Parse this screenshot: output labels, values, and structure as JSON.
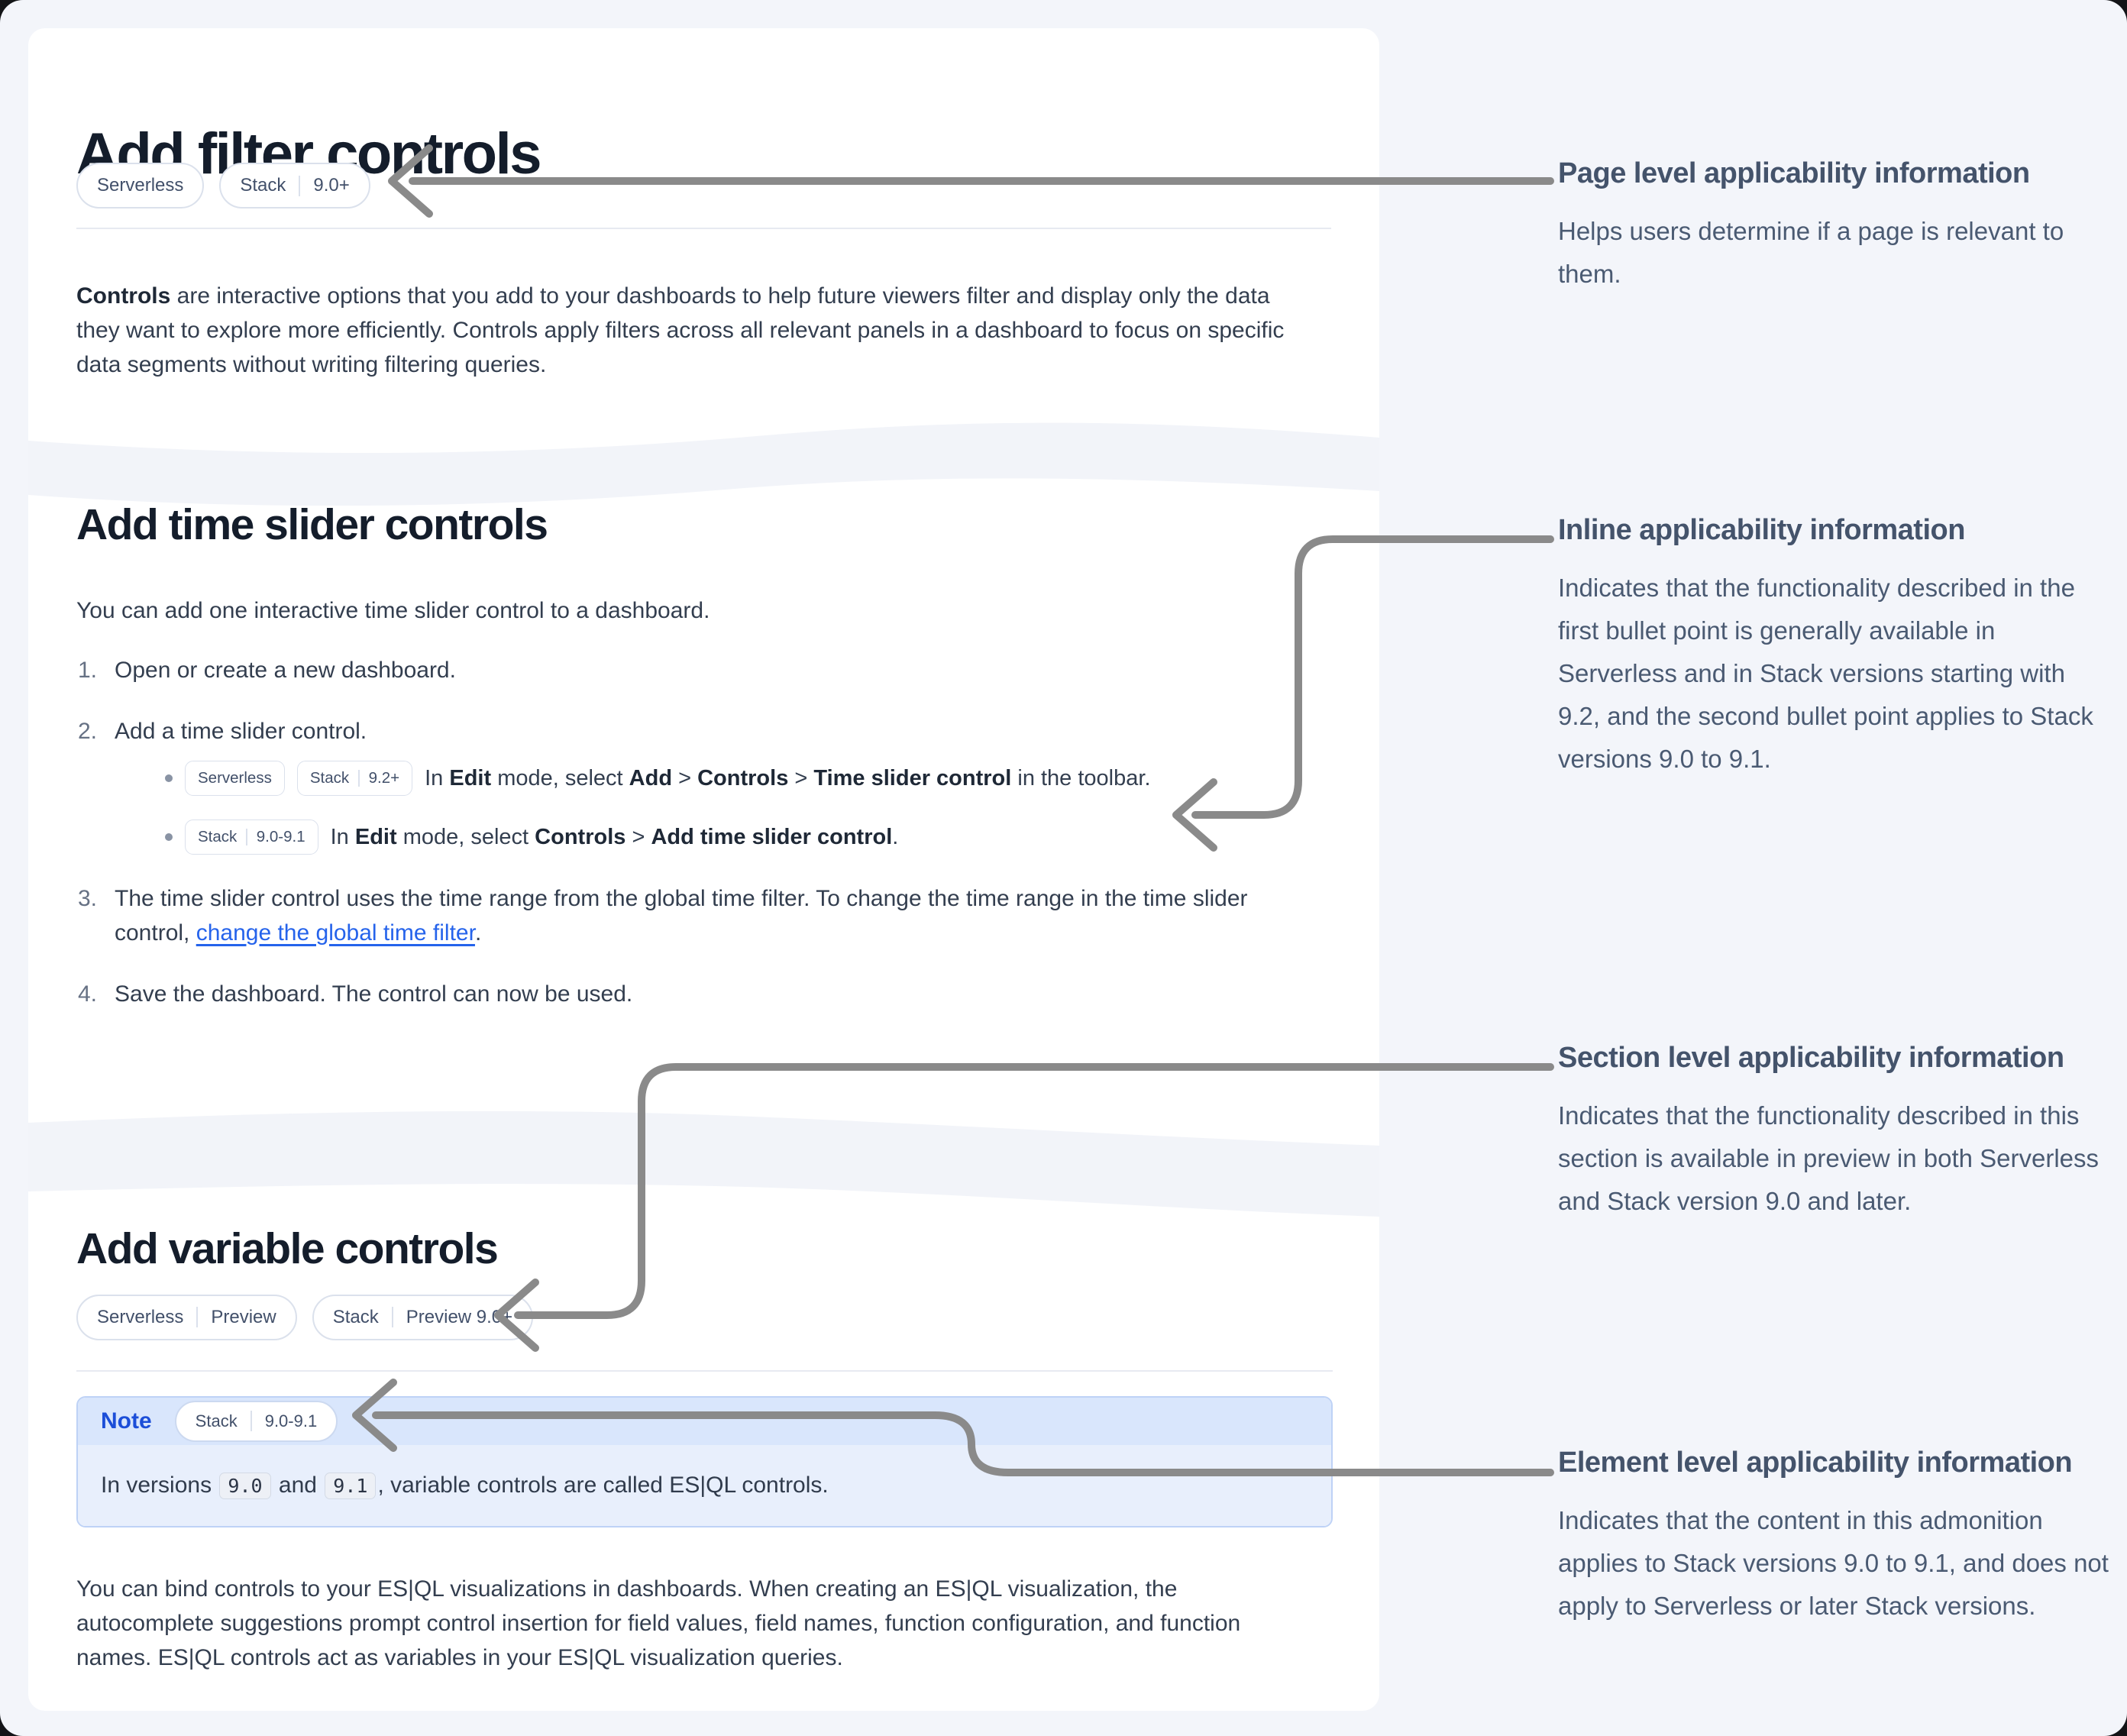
{
  "colors": {
    "page_bg": "#f3f5fa",
    "card_bg": "#ffffff",
    "ribbon": "#f2f4f9",
    "heading": "#141d2b",
    "body_text": "#333e4f",
    "badge_text": "#42506a",
    "badge_border": "#dbe1ec",
    "note_header_bg": "#d9e6fc",
    "note_body_bg": "#e8effc",
    "note_border": "#bed2f6",
    "note_label_blue": "#1c4ed8",
    "link_blue": "#2563eb",
    "arrow_gray": "#8a8a8a"
  },
  "card1": {
    "title": "Add filter controls",
    "badges": [
      {
        "parts": [
          "Serverless"
        ]
      },
      {
        "parts": [
          "Stack",
          "9.0+"
        ]
      }
    ],
    "paragraph": [
      {
        "style": "bold",
        "text": "Controls"
      },
      {
        "style": "plain",
        "text": " are interactive options that you add to your dashboards to help future viewers filter and display only the data they want to explore more efficiently. Controls apply filters across all relevant panels in a dashboard to focus on specific data segments without writing filtering queries."
      }
    ]
  },
  "card2": {
    "title": "Add time slider controls",
    "intro": "You can add one interactive time slider control to a dashboard.",
    "steps": [
      {
        "num": "1.",
        "segments": [
          {
            "style": "plain",
            "text": "Open or create a new dashboard."
          }
        ]
      },
      {
        "num": "2.",
        "segments": [
          {
            "style": "plain",
            "text": "Add a time slider control."
          }
        ],
        "bullets": [
          {
            "badges": [
              {
                "parts": [
                  "Serverless"
                ]
              },
              {
                "parts": [
                  "Stack",
                  "9.2+"
                ]
              }
            ],
            "segments": [
              {
                "style": "plain",
                "text": "In "
              },
              {
                "style": "bold",
                "text": "Edit"
              },
              {
                "style": "plain",
                "text": " mode, select "
              },
              {
                "style": "bold",
                "text": "Add"
              },
              {
                "style": "plain",
                "text": " > "
              },
              {
                "style": "bold",
                "text": "Controls"
              },
              {
                "style": "plain",
                "text": " > "
              },
              {
                "style": "bold",
                "text": "Time slider control"
              },
              {
                "style": "plain",
                "text": " in the toolbar."
              }
            ]
          },
          {
            "badges": [
              {
                "parts": [
                  "Stack",
                  "9.0-9.1"
                ]
              }
            ],
            "segments": [
              {
                "style": "plain",
                "text": "In "
              },
              {
                "style": "bold",
                "text": "Edit"
              },
              {
                "style": "plain",
                "text": " mode, select "
              },
              {
                "style": "bold",
                "text": "Controls"
              },
              {
                "style": "plain",
                "text": " > "
              },
              {
                "style": "bold",
                "text": "Add time slider control"
              },
              {
                "style": "plain",
                "text": "."
              }
            ]
          }
        ]
      },
      {
        "num": "3.",
        "segments": [
          {
            "style": "plain",
            "text": "The time slider control uses the time range from the global time filter. To change the time range in the time slider control, "
          },
          {
            "style": "link",
            "text": "change the global time filter"
          },
          {
            "style": "plain",
            "text": "."
          }
        ]
      },
      {
        "num": "4.",
        "segments": [
          {
            "style": "plain",
            "text": "Save the dashboard. The control can now be used."
          }
        ]
      }
    ]
  },
  "card3": {
    "title": "Add variable controls",
    "badges": [
      {
        "parts": [
          "Serverless",
          "Preview"
        ]
      },
      {
        "parts": [
          "Stack",
          "Preview 9.0+"
        ]
      }
    ],
    "note": {
      "label": "Note",
      "badge": {
        "parts": [
          "Stack",
          "9.0-9.1"
        ]
      },
      "body": [
        {
          "style": "plain",
          "text": "In versions "
        },
        {
          "style": "code",
          "text": "9.0"
        },
        {
          "style": "plain",
          "text": " and "
        },
        {
          "style": "code",
          "text": "9.1"
        },
        {
          "style": "plain",
          "text": ", variable controls are called ES|QL controls."
        }
      ]
    },
    "paragraph": [
      {
        "style": "plain",
        "text": "You can bind controls to your ES|QL visualizations in dashboards. When creating an ES|QL visualization, the autocomplete suggestions prompt control insertion for field values, field names, function configuration, and function names. ES|QL controls act as variables in your ES|QL visualization queries."
      }
    ]
  },
  "annotations": [
    {
      "title": "Page level applicability information",
      "body": "Helps users determine if a page is relevant to them."
    },
    {
      "title": "Inline applicability information",
      "body": "Indicates that the functionality described in the first bullet point is generally available in Serverless and in Stack versions starting with 9.2, and the second bullet point applies to Stack versions 9.0 to 9.1."
    },
    {
      "title": "Section level applicability information",
      "body": "Indicates that the functionality described in this section is available in preview in both Serverless and Stack version 9.0 and later."
    },
    {
      "title": "Element level applicability information",
      "body": "Indicates that the content in this admonition applies to Stack versions 9.0 to 9.1, and does not apply to Serverless or later Stack versions."
    }
  ]
}
